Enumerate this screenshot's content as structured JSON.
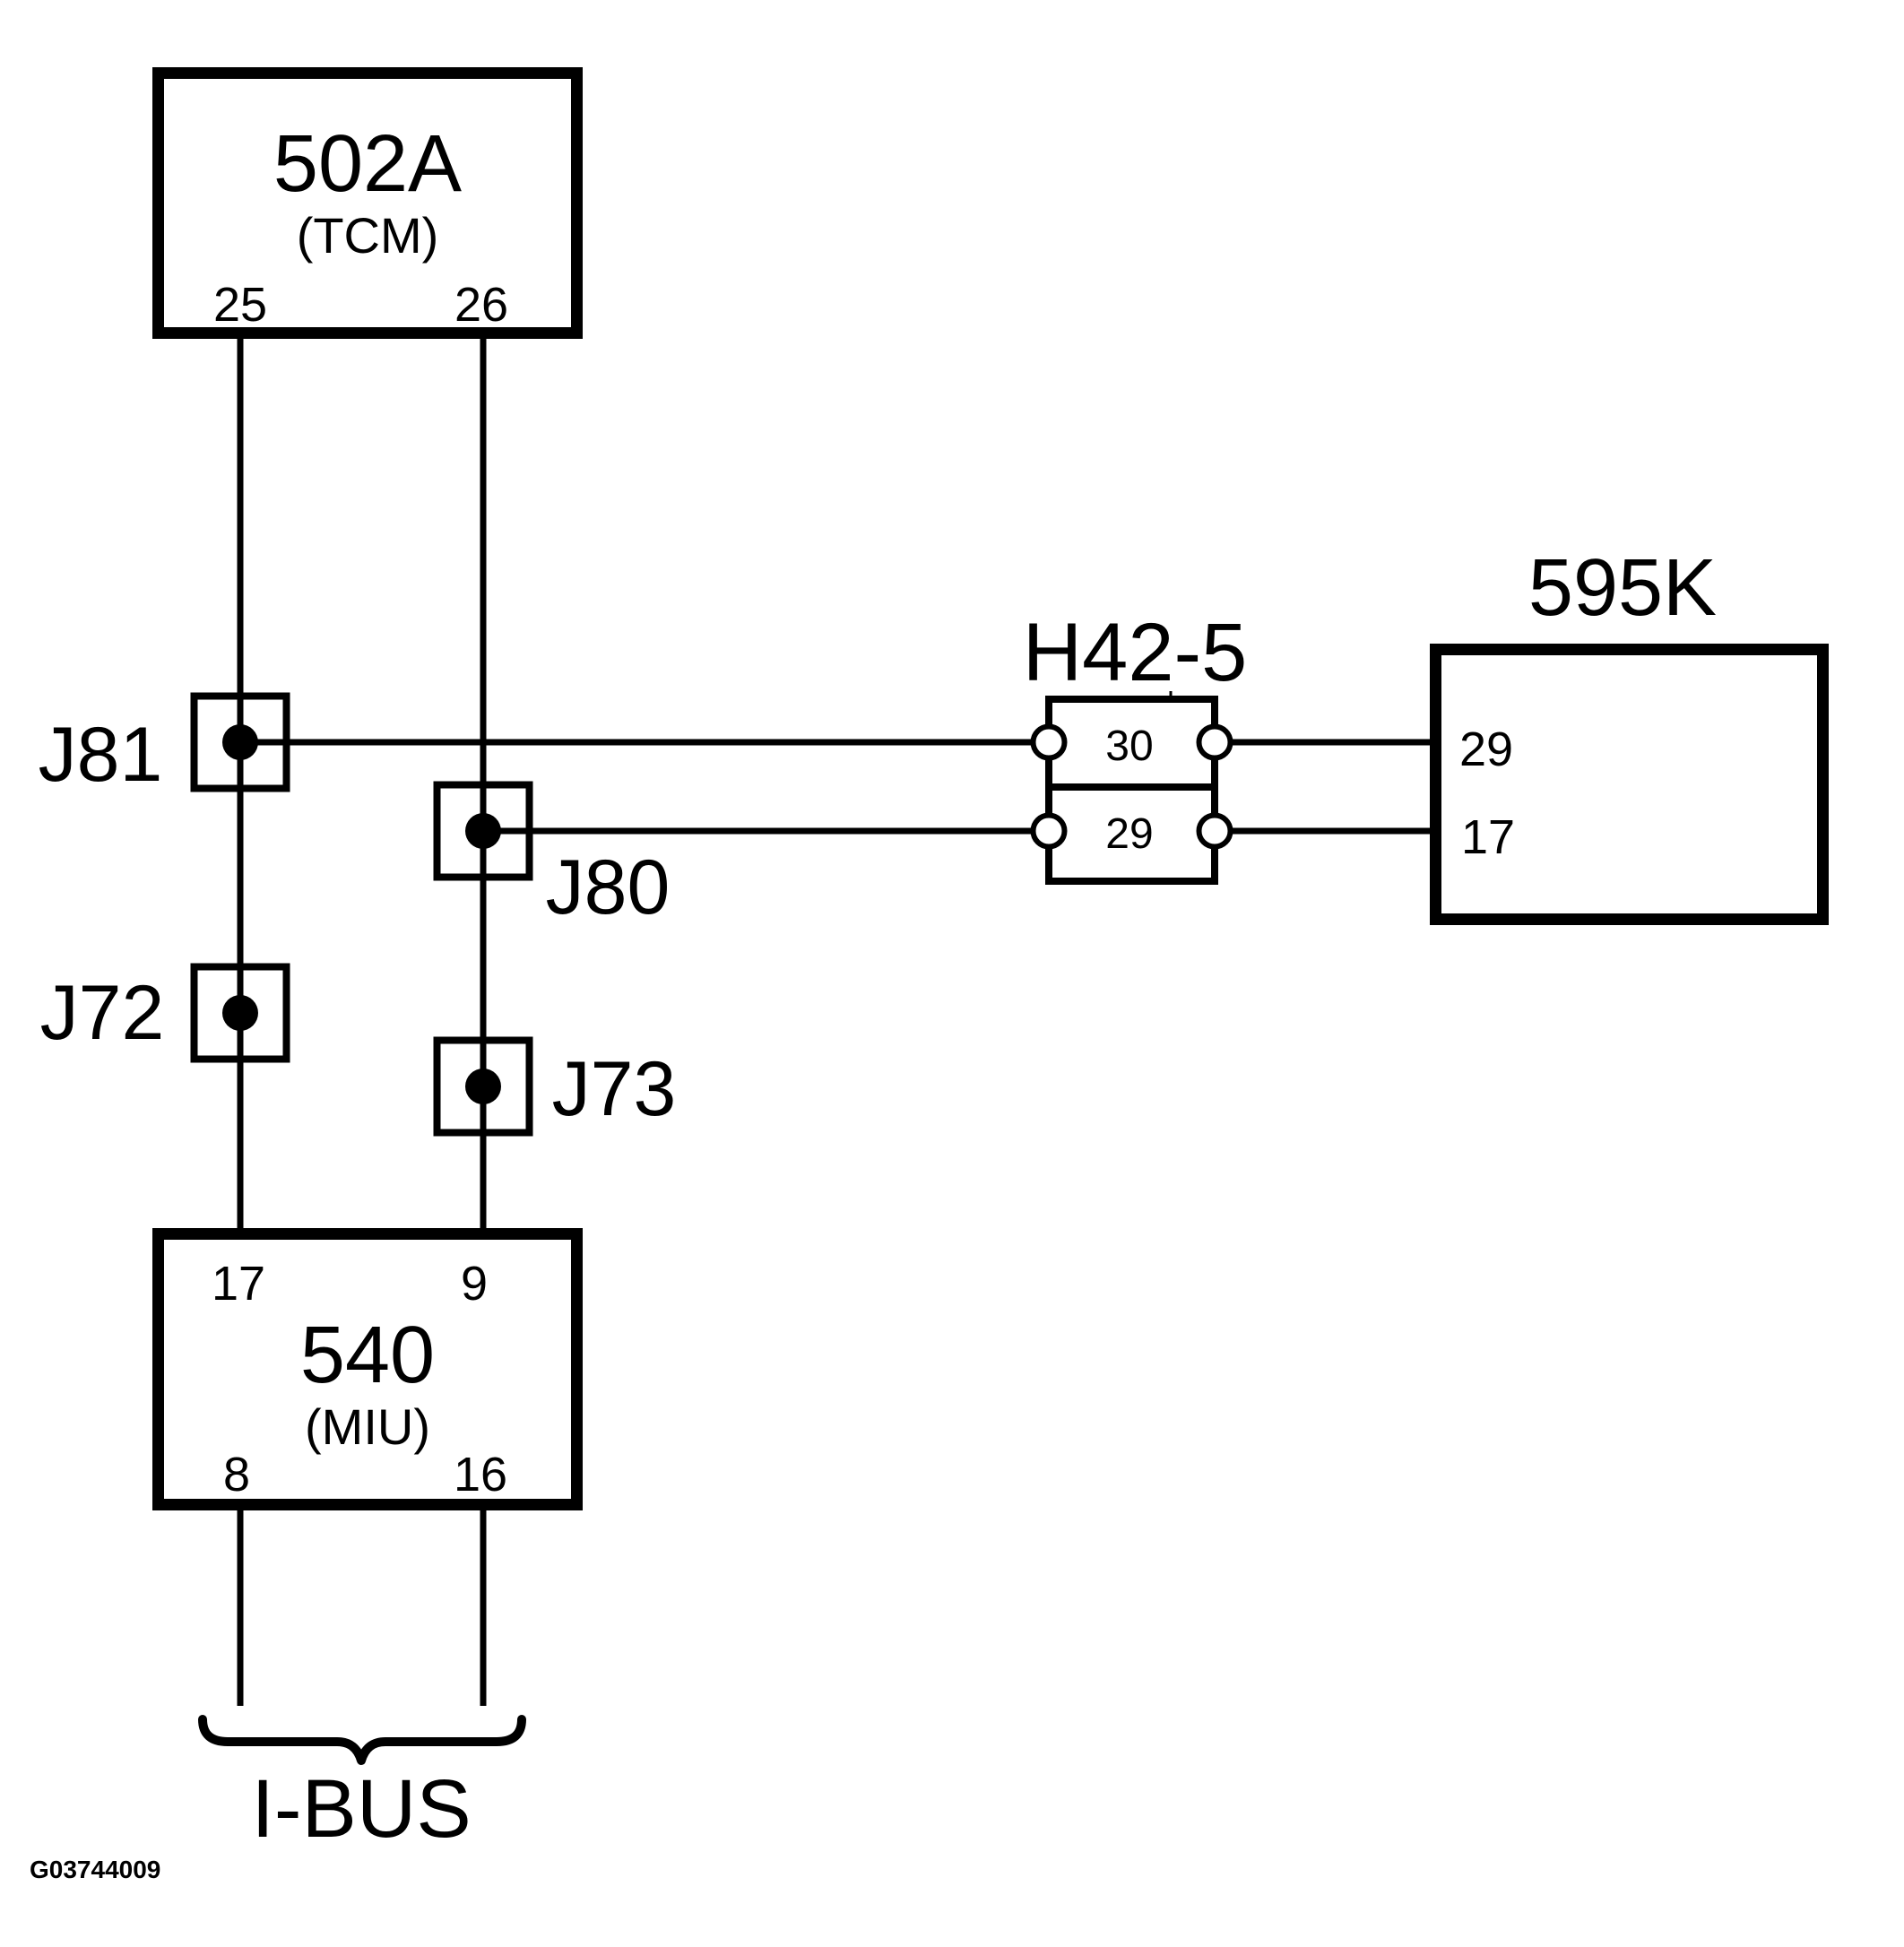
{
  "figure_code": "G03744009",
  "colors": {
    "line": "#000000",
    "background": "#ffffff"
  },
  "tcm_box": {
    "title": "502A",
    "subtitle": "(TCM)",
    "pin_left": "25",
    "pin_right": "26"
  },
  "miu_box": {
    "title": "540",
    "subtitle": "(MIU)",
    "pin_top_left": "17",
    "pin_top_right": "9",
    "pin_bottom_left": "8",
    "pin_bottom_right": "16"
  },
  "module_595k": {
    "title": "595K",
    "pin_top": "29",
    "pin_bottom": "17"
  },
  "connector_h42": {
    "title": "H42-5",
    "cell_top": "30",
    "cell_bottom": "29"
  },
  "junctions": {
    "j81": "J81",
    "j72": "J72",
    "j80": "J80",
    "j73": "J73"
  },
  "bus_label": "I-BUS"
}
